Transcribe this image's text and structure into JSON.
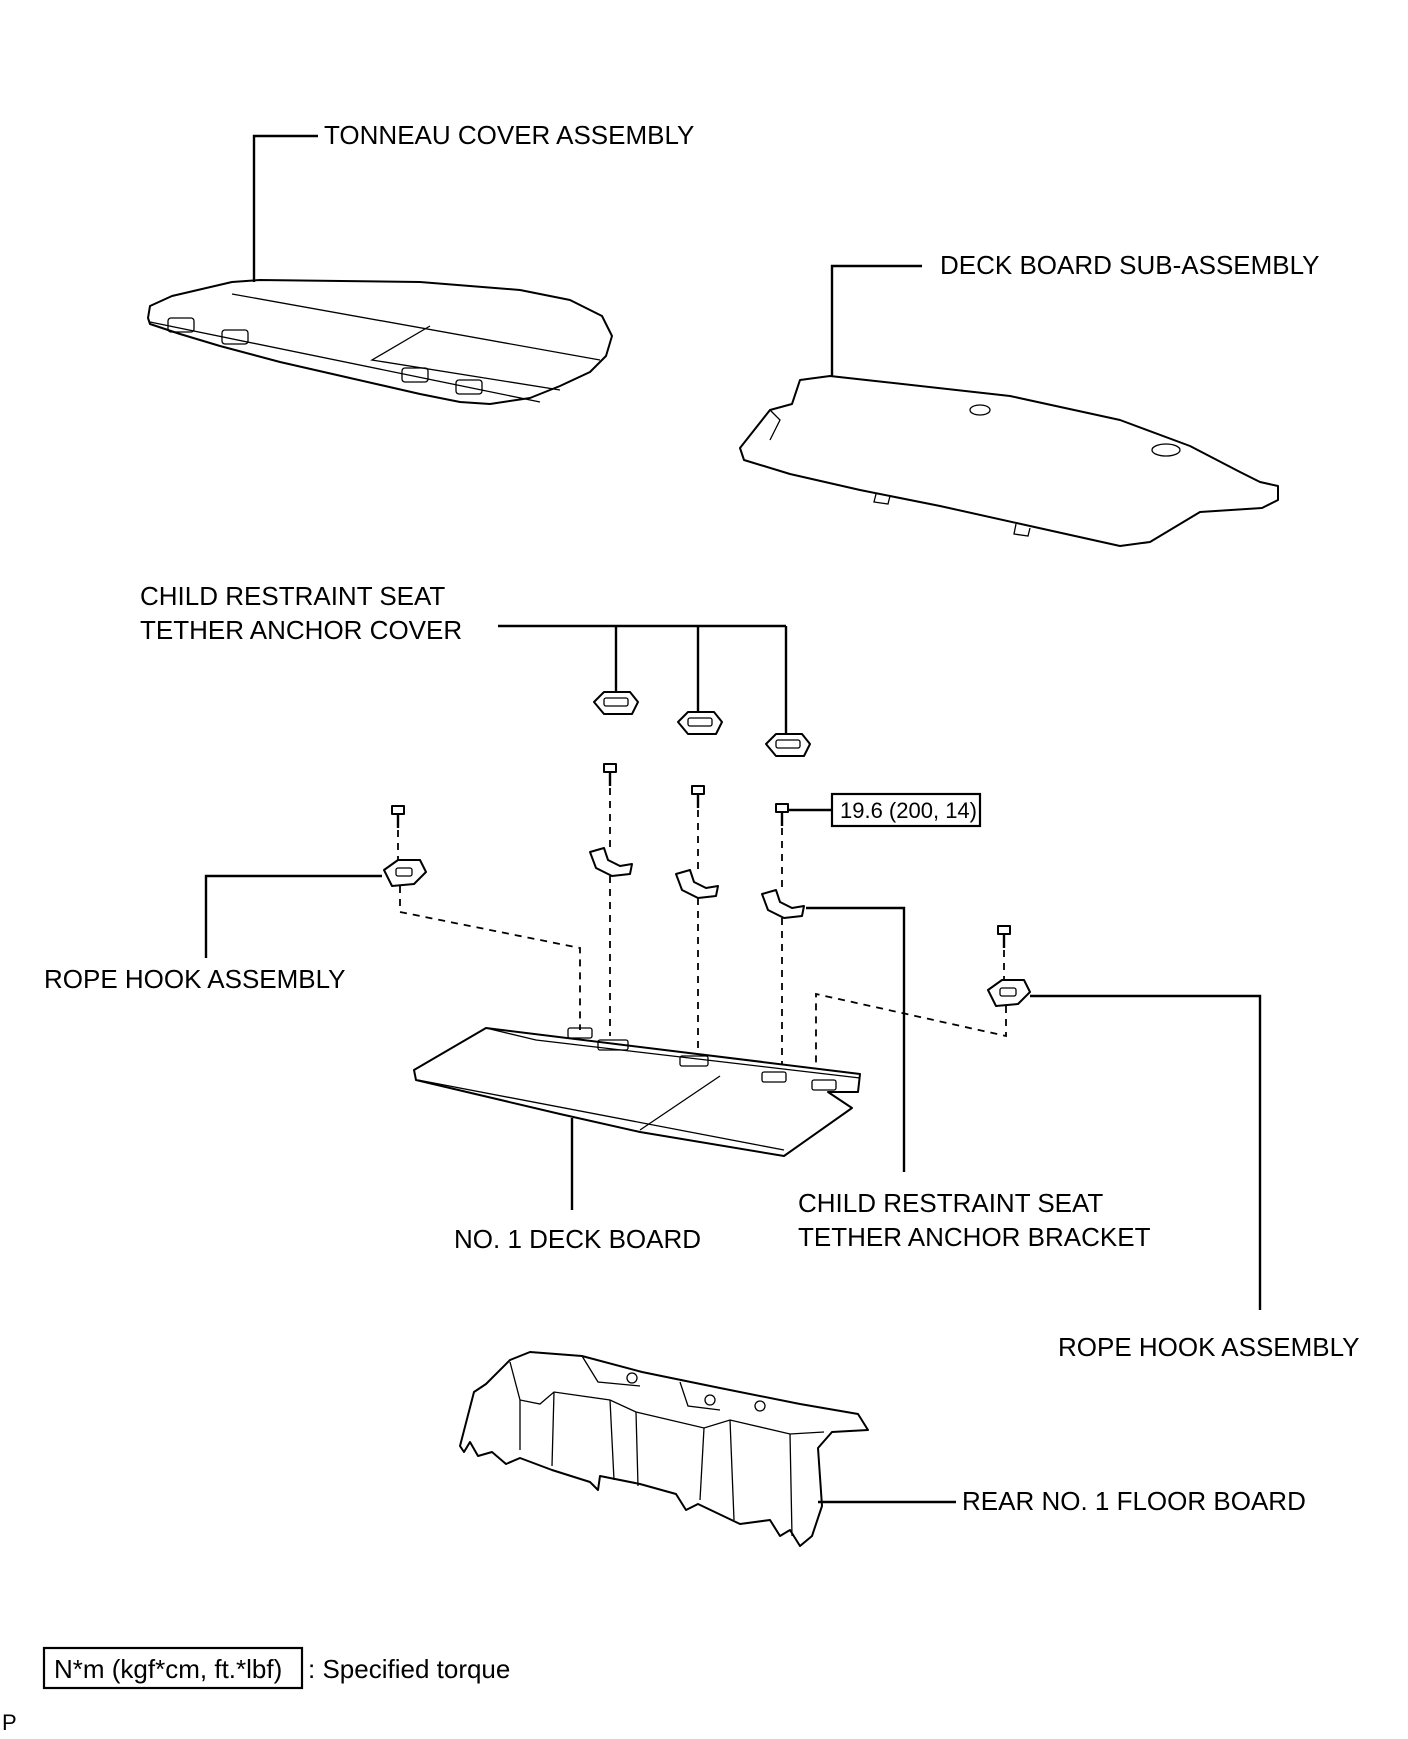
{
  "labels": {
    "tonneau": "TONNEAU COVER ASSEMBLY",
    "deck_board_sub": "DECK BOARD SUB-ASSEMBLY",
    "anchor_cover_line1": "CHILD RESTRAINT SEAT",
    "anchor_cover_line2": "TETHER ANCHOR COVER",
    "rope_hook_left": "ROPE HOOK ASSEMBLY",
    "rope_hook_right": "ROPE HOOK ASSEMBLY",
    "no1_deck_board": "NO. 1 DECK BOARD",
    "anchor_bracket_line1": "CHILD RESTRAINT SEAT",
    "anchor_bracket_line2": "TETHER ANCHOR BRACKET",
    "rear_floor_board": "REAR NO. 1 FLOOR BOARD"
  },
  "torque": {
    "value": "19.6 (200, 14)"
  },
  "legend": {
    "units": "N*m (kgf*cm, ft.*lbf)",
    "description": ": Specified torque"
  },
  "corner_mark": "P"
}
